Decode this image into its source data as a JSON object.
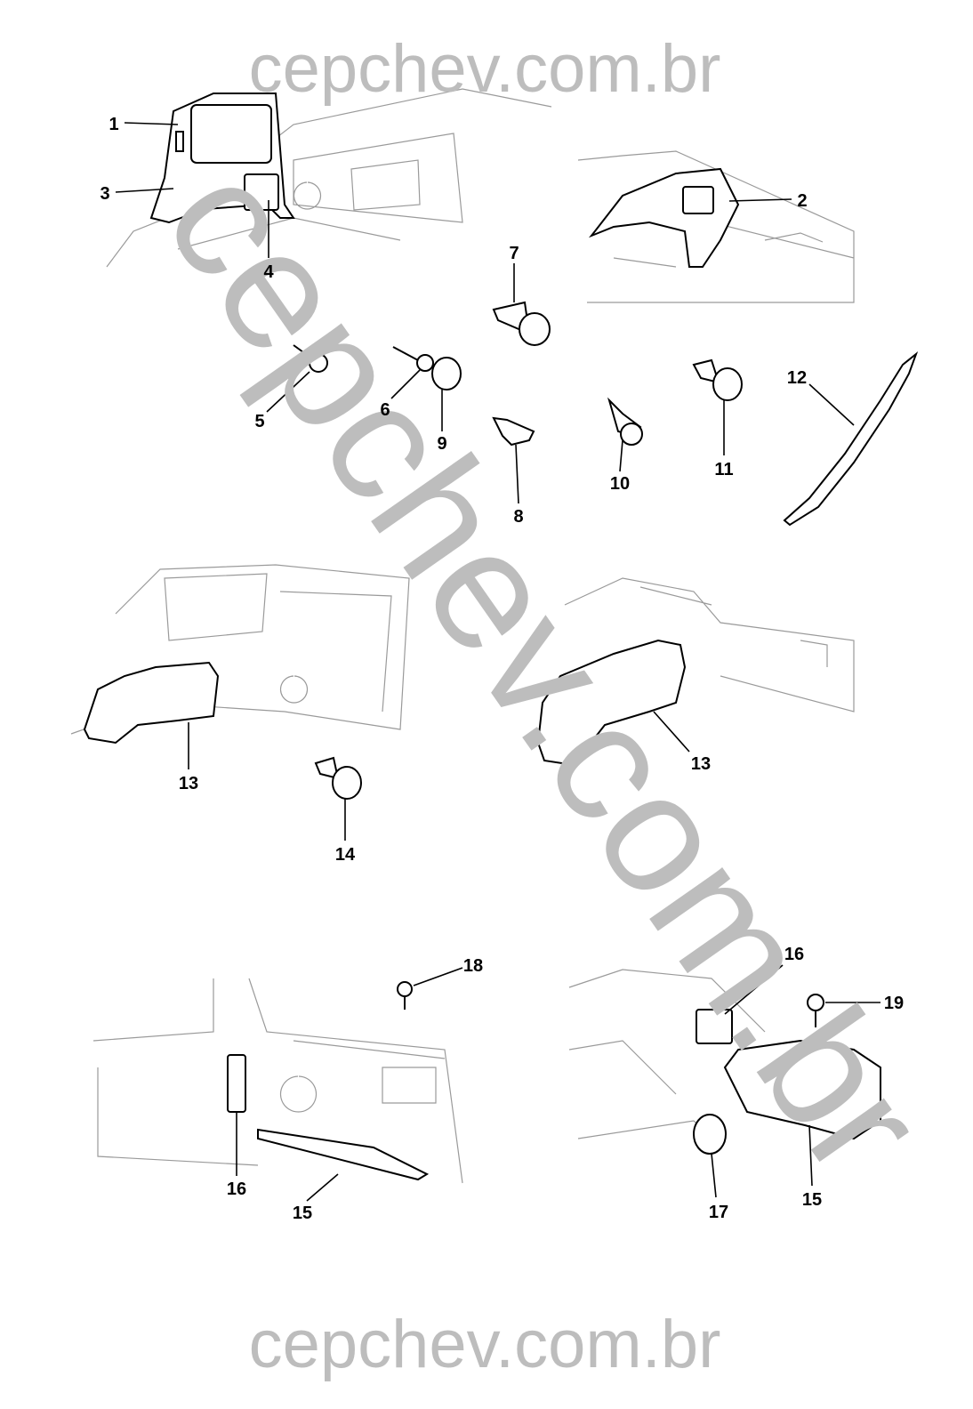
{
  "watermark": {
    "top": "cepchev.com.br",
    "bottom": "cepchev.com.br",
    "diagonal": "cepchev.com.br"
  },
  "callouts": [
    {
      "id": "c1",
      "label": "1"
    },
    {
      "id": "c3",
      "label": "3"
    },
    {
      "id": "c4",
      "label": "4"
    },
    {
      "id": "c2",
      "label": "2"
    },
    {
      "id": "c7",
      "label": "7"
    },
    {
      "id": "c5",
      "label": "5"
    },
    {
      "id": "c6",
      "label": "6"
    },
    {
      "id": "c9",
      "label": "9"
    },
    {
      "id": "c8",
      "label": "8"
    },
    {
      "id": "c10",
      "label": "10"
    },
    {
      "id": "c11",
      "label": "11"
    },
    {
      "id": "c12",
      "label": "12"
    },
    {
      "id": "c13a",
      "label": "13"
    },
    {
      "id": "c13b",
      "label": "13"
    },
    {
      "id": "c14",
      "label": "14"
    },
    {
      "id": "c18",
      "label": "18"
    },
    {
      "id": "c16a",
      "label": "16"
    },
    {
      "id": "c19",
      "label": "19"
    },
    {
      "id": "c16b",
      "label": "16"
    },
    {
      "id": "c15a",
      "label": "15"
    },
    {
      "id": "c17",
      "label": "17"
    },
    {
      "id": "c15b",
      "label": "15"
    }
  ]
}
